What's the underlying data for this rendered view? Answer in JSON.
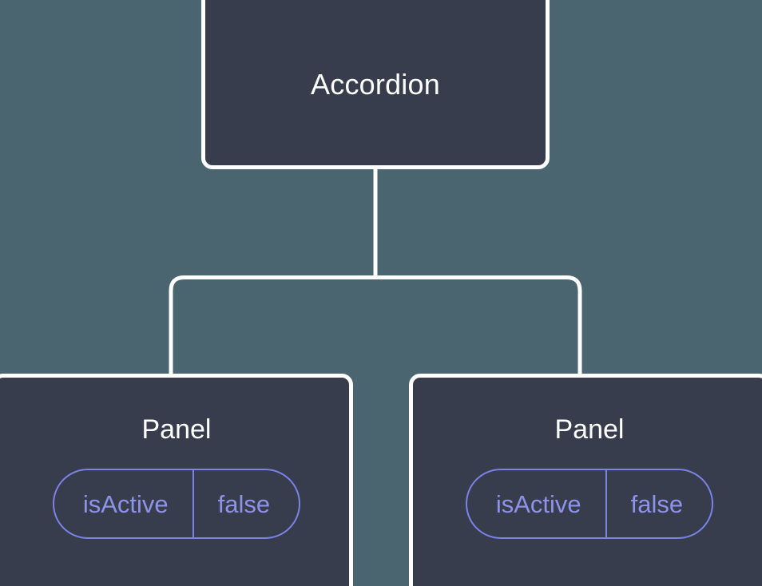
{
  "diagram": {
    "type": "component-tree",
    "background_color": "#4a6570",
    "node_fill_color": "#373d4c",
    "node_border_color": "#ffffff",
    "edge_color": "#ffffff",
    "badge_accent_color": "#7b82e8",
    "root": {
      "label": "Accordion"
    },
    "children": [
      {
        "label": "Panel",
        "props": [
          {
            "key": "isActive",
            "value": "false"
          }
        ]
      },
      {
        "label": "Panel",
        "props": [
          {
            "key": "isActive",
            "value": "false"
          }
        ]
      }
    ]
  }
}
